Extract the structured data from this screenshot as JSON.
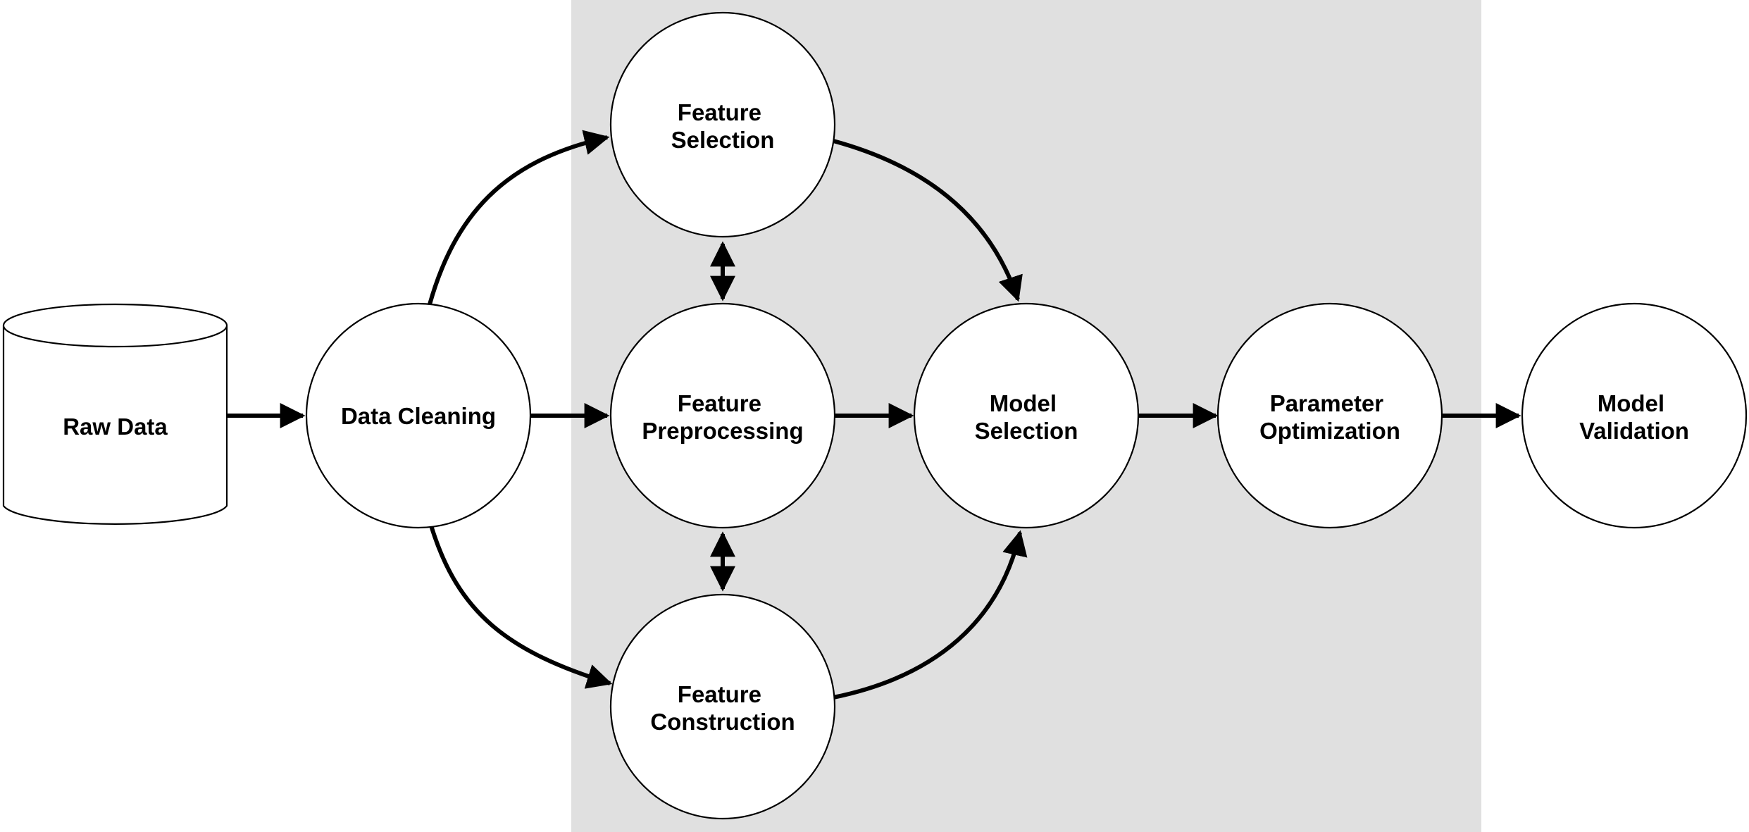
{
  "colors": {
    "background": "#ffffff",
    "highlight_region": "#e0e0e0",
    "stroke": "#000000",
    "node_fill": "#ffffff",
    "text": "#000000"
  },
  "nodes": {
    "raw_data": {
      "shape": "cylinder",
      "lines": [
        "Raw Data"
      ]
    },
    "data_cleaning": {
      "shape": "circle",
      "lines": [
        "Data Cleaning"
      ]
    },
    "feature_selection": {
      "shape": "circle",
      "lines": [
        "Feature",
        "Selection"
      ]
    },
    "feature_preprocessing": {
      "shape": "circle",
      "lines": [
        "Feature",
        "Preprocessing"
      ]
    },
    "feature_construction": {
      "shape": "circle",
      "lines": [
        "Feature",
        "Construction"
      ]
    },
    "model_selection": {
      "shape": "circle",
      "lines": [
        "Model",
        "Selection"
      ]
    },
    "parameter_optimization": {
      "shape": "circle",
      "lines": [
        "Parameter",
        "Optimization"
      ]
    },
    "model_validation": {
      "shape": "circle",
      "lines": [
        "Model",
        "Validation"
      ]
    }
  },
  "edges": [
    {
      "from": "raw_data",
      "to": "data_cleaning",
      "direction": "forward"
    },
    {
      "from": "data_cleaning",
      "to": "feature_selection",
      "direction": "forward"
    },
    {
      "from": "data_cleaning",
      "to": "feature_preprocessing",
      "direction": "forward"
    },
    {
      "from": "data_cleaning",
      "to": "feature_construction",
      "direction": "forward"
    },
    {
      "from": "feature_selection",
      "to": "feature_preprocessing",
      "direction": "both"
    },
    {
      "from": "feature_preprocessing",
      "to": "feature_construction",
      "direction": "both"
    },
    {
      "from": "feature_selection",
      "to": "model_selection",
      "direction": "forward"
    },
    {
      "from": "feature_preprocessing",
      "to": "model_selection",
      "direction": "forward"
    },
    {
      "from": "feature_construction",
      "to": "model_selection",
      "direction": "forward"
    },
    {
      "from": "model_selection",
      "to": "parameter_optimization",
      "direction": "forward"
    },
    {
      "from": "parameter_optimization",
      "to": "model_validation",
      "direction": "forward"
    }
  ]
}
